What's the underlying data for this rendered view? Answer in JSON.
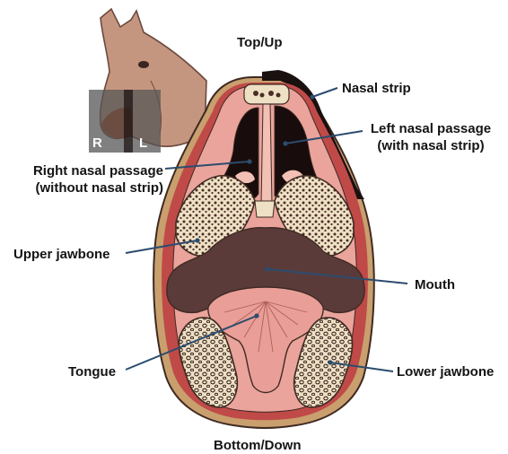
{
  "colors": {
    "skin": "#c99f6e",
    "tissue": "#eaa49c",
    "pink_light": "#f2c0b5",
    "bone": "#eee0c5",
    "marrow": "#4a2e25",
    "dark_cavity": "#180c0c",
    "mouth": "#5a3b3a",
    "muscle": "#c04a48",
    "tongue": "#e99e97",
    "strip": "#1a1010",
    "leader": "#2c4c6e",
    "horse": "#c5967f",
    "overlay": "#555555"
  },
  "orientation": {
    "top": "Top/Up",
    "bottom": "Bottom/Down"
  },
  "inset": {
    "right_marker": "R",
    "left_marker": "L"
  },
  "labels": {
    "nasal_strip": "Nasal strip",
    "left_passage_line1": "Left nasal passage",
    "left_passage_line2": "(with nasal strip)",
    "right_passage_line1": "Right nasal passage",
    "right_passage_line2": "(without nasal strip)",
    "upper_jawbone": "Upper jawbone",
    "mouth": "Mouth",
    "tongue": "Tongue",
    "lower_jawbone": "Lower jawbone"
  }
}
